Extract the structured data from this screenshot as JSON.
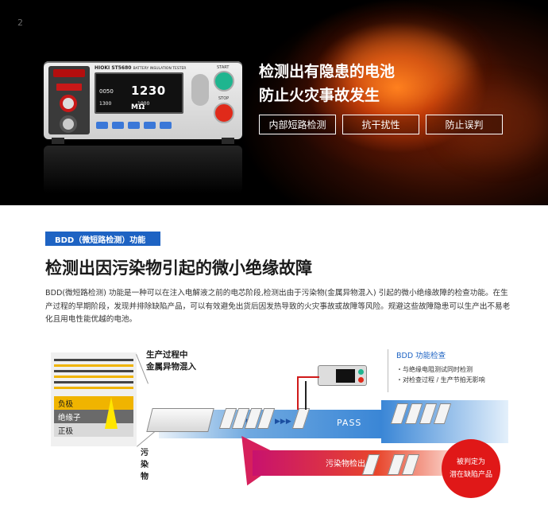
{
  "page_number": "2",
  "hero": {
    "title_line1": "检测出有隐患的电池",
    "title_line2": "防止火灾事故发生",
    "tags": [
      "内部短路检测",
      "抗干扰性",
      "防止误判"
    ]
  },
  "device": {
    "brand": "HIOKI",
    "model": "ST5680",
    "caption": "BATTERY INSULATION TESTER",
    "main_reading": "1230",
    "main_unit": "MΩ",
    "sub_reading": "0050",
    "setting1": "1300",
    "setting2": "1000",
    "start_label": "START",
    "stop_label": "STOP"
  },
  "badge": "BDD（微短路检测）功能",
  "heading": "检测出因污染物引起的微小绝缘故障",
  "paragraph": "BDD(微短路检测) 功能是一种可以在注入电解液之前的电芯阶段,检测出由于污染物(金属异物混入) 引起的微小绝缘故障的检查功能。在生产过程的早期阶段，发现并排除缺陷产品，可以有效避免出货后因发热导致的火灾事故或故障等风险。规避这些故障隐患可以生产出不易老化且用电性能优越的电池。",
  "diagram": {
    "layers": [
      "负极",
      "绝缘子",
      "正极"
    ],
    "contaminant_label": "污染物",
    "process_label_line1": "生产过程中",
    "process_label_line2": "金属异物混入",
    "pass_label": "PASS",
    "reject_label": "污染物检出",
    "function_title": "BDD 功能检查",
    "function_items": [
      "・与绝缘电阻测试同时检测",
      "・对检查过程 / 生产节拍无影响"
    ],
    "verdict_line1": "被判定为",
    "verdict_line2": "潜在缺陷产品"
  },
  "colors": {
    "badge_blue": "#1e63c3",
    "negative_layer": "#f0b400",
    "contaminant": "#ffe600",
    "reject_red": "#e01818"
  }
}
